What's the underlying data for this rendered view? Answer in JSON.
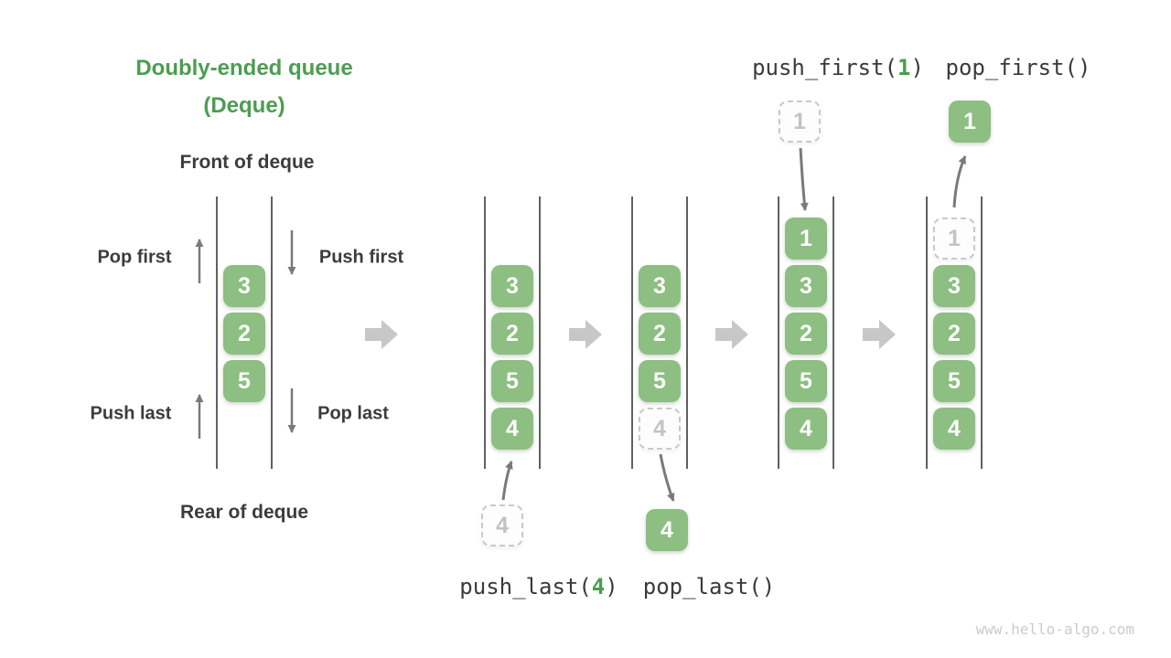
{
  "title": {
    "line1": "Doubly-ended queue",
    "line2": "(Deque)"
  },
  "showcase": {
    "front_label": "Front of deque",
    "rear_label": "Rear of deque",
    "pop_first_label": "Pop first",
    "push_first_label": "Push first",
    "push_last_label": "Push last",
    "pop_last_label": "Pop last",
    "values": [
      "3",
      "2",
      "5"
    ]
  },
  "operation_labels": {
    "push_first": {
      "prefix": "push_first(",
      "arg": "1",
      "suffix": ")"
    },
    "pop_first": "pop_first()",
    "push_last": {
      "prefix": "push_last(",
      "arg": "4",
      "suffix": ")"
    },
    "pop_last": "pop_last()"
  },
  "states": [
    {
      "id": "push-last-incoming",
      "cells": [
        {
          "value": "3"
        },
        {
          "value": "2"
        },
        {
          "value": "5"
        },
        {
          "value": "4"
        }
      ],
      "external": {
        "value": "4",
        "ghost": true,
        "position": "below"
      }
    },
    {
      "id": "pop-last-outgoing",
      "cells": [
        {
          "value": "3"
        },
        {
          "value": "2"
        },
        {
          "value": "5"
        },
        {
          "value": "4",
          "ghost": true
        }
      ],
      "external": {
        "value": "4",
        "ghost": false,
        "position": "below"
      }
    },
    {
      "id": "push-first-incoming",
      "cells": [
        {
          "value": "1"
        },
        {
          "value": "3"
        },
        {
          "value": "2"
        },
        {
          "value": "5"
        },
        {
          "value": "4"
        }
      ],
      "external": {
        "value": "1",
        "ghost": true,
        "position": "above"
      }
    },
    {
      "id": "pop-first-outgoing",
      "cells": [
        {
          "value": "1",
          "ghost": true
        },
        {
          "value": "3"
        },
        {
          "value": "2"
        },
        {
          "value": "5"
        },
        {
          "value": "4"
        }
      ],
      "external": {
        "value": "1",
        "ghost": false,
        "position": "above"
      }
    }
  ],
  "watermark": "www.hello-algo.com",
  "colors": {
    "accent_green": "#4c9d51",
    "box_green": "#8dbe82",
    "text_dark": "#3c3c3c",
    "mono_text": "#3a3a3a",
    "ghost_border": "#c9c9c9",
    "ghost_text": "#c3c3c3",
    "channel_line": "#616161",
    "thin_arrow": "#7a7a7a",
    "block_arrow": "#c7c7c7",
    "watermark_gray": "#cbcbcb"
  }
}
